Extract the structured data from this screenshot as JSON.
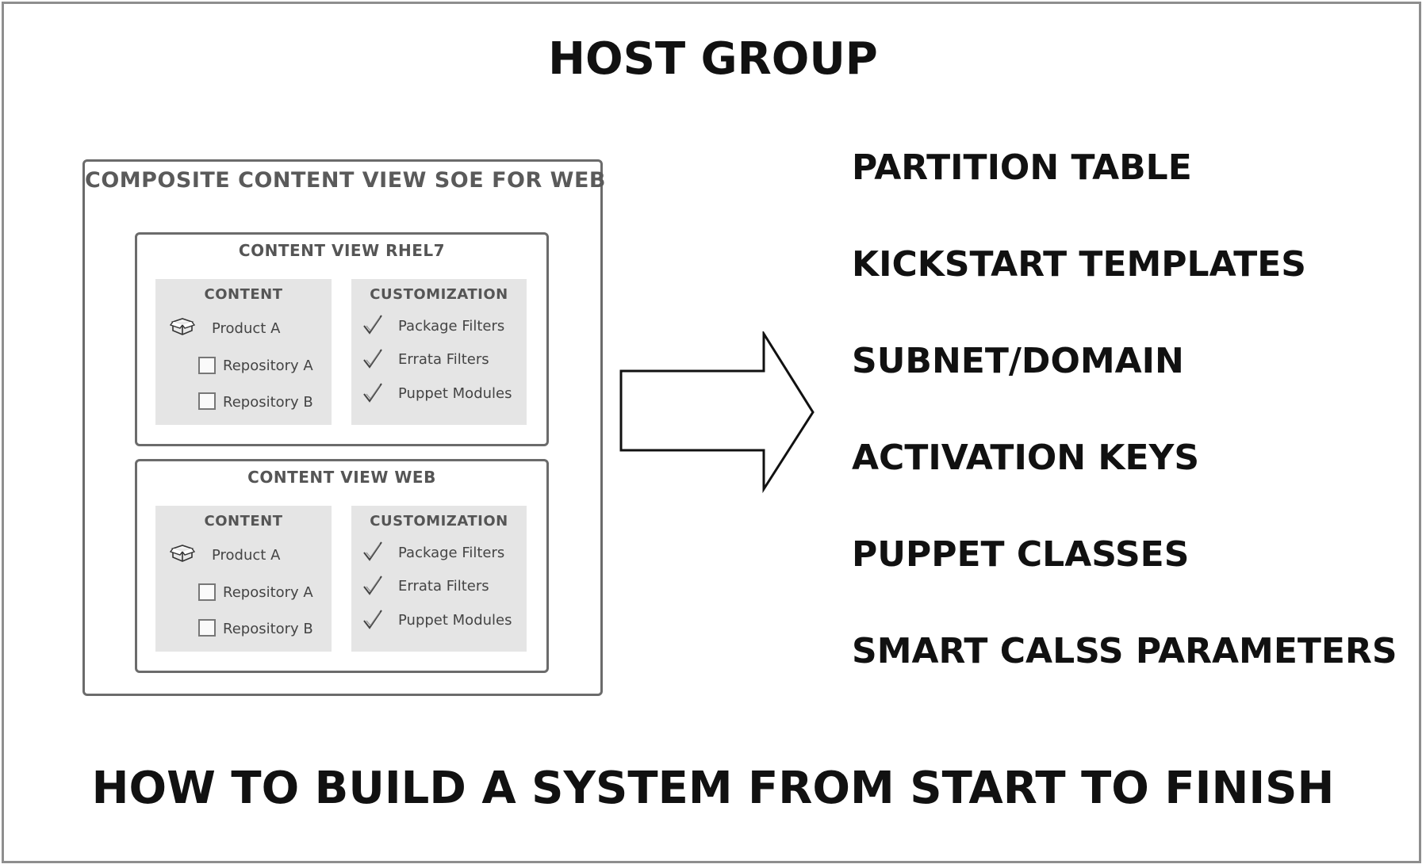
{
  "header": {
    "title": "HOST GROUP"
  },
  "composite": {
    "title": "COMPOSITE CONTENT VIEW SOE FOR WEB",
    "views": [
      {
        "title": "CONTENT VIEW RHEL7",
        "content": {
          "heading": "CONTENT",
          "product": "Product A",
          "repositories": [
            "Repository A",
            "Repository B"
          ]
        },
        "customization": {
          "heading": "CUSTOMIZATION",
          "items": [
            "Package Filters",
            "Errata Filters",
            "Puppet Modules"
          ]
        }
      },
      {
        "title": "CONTENT VIEW WEB",
        "content": {
          "heading": "CONTENT",
          "product": "Product A",
          "repositories": [
            "Repository A",
            "Repository B"
          ]
        },
        "customization": {
          "heading": "CUSTOMIZATION",
          "items": [
            "Package Filters",
            "Errata Filters",
            "Puppet Modules"
          ]
        }
      }
    ]
  },
  "host_group_items": [
    "PARTITION TABLE",
    "KICKSTART TEMPLATES",
    "SUBNET/DOMAIN",
    "ACTIVATION KEYS",
    "PUPPET CLASSES",
    "SMART CALSS PARAMETERS"
  ],
  "footer": {
    "title": "HOW TO BUILD A SYSTEM FROM START TO FINISH"
  },
  "icons": {
    "product": "package-box-icon",
    "repository": "square-icon",
    "customization": "checkmark-icon",
    "flow": "right-arrow-icon"
  }
}
